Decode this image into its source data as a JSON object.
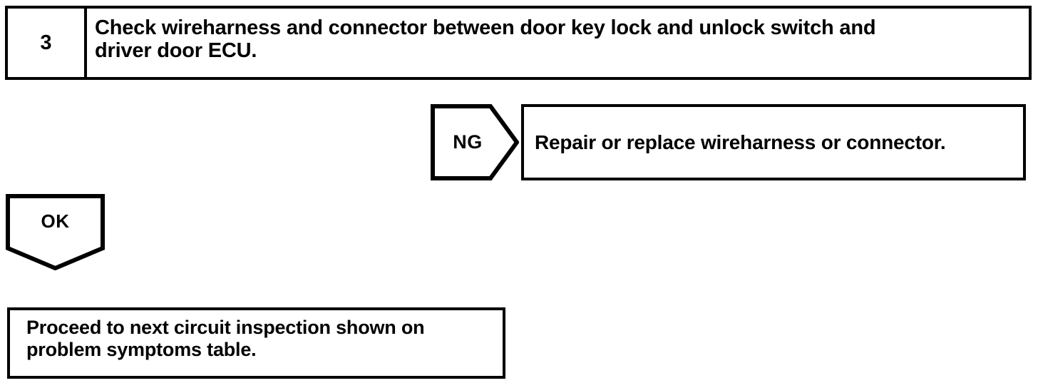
{
  "diagram": {
    "type": "troubleshooting-flowchart",
    "stroke_color": "#000000",
    "background_color": "#ffffff",
    "step": {
      "number": "3",
      "instruction": "Check wireharness and connector between door key lock and unlock switch and\ndriver door ECU."
    },
    "branches": [
      {
        "label": "NG",
        "direction": "right",
        "result": "Repair or replace wireharness or connector."
      },
      {
        "label": "OK",
        "direction": "down",
        "result": "Proceed to next circuit inspection shown on\nproblem symptoms table."
      }
    ]
  }
}
